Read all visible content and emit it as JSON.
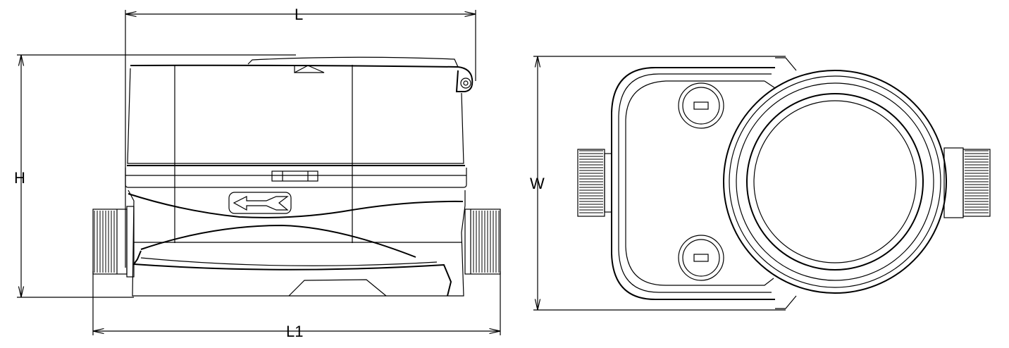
{
  "labels": {
    "length": "L",
    "height": "H",
    "overall_length": "L1",
    "width": "W"
  },
  "colors": {
    "line": "#000000",
    "background": "#ffffff"
  }
}
